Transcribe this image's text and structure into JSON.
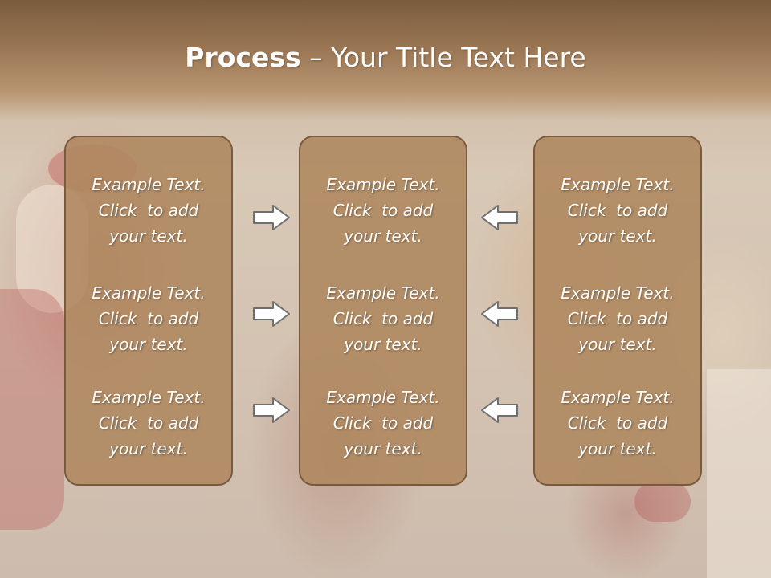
{
  "slide": {
    "title_bold": "Process",
    "title_rest": " – Your Title Text Here"
  },
  "columns": [
    {
      "blocks": [
        {
          "line1": "Example Text.",
          "line2": "Click  to add",
          "line3": "your text."
        },
        {
          "line1": "Example Text.",
          "line2": "Click  to add",
          "line3": "your text."
        },
        {
          "line1": "Example Text.",
          "line2": "Click  to add",
          "line3": "your text."
        }
      ]
    },
    {
      "blocks": [
        {
          "line1": "Example Text.",
          "line2": "Click  to add",
          "line3": "your text."
        },
        {
          "line1": "Example Text.",
          "line2": "Click  to add",
          "line3": "your text."
        },
        {
          "line1": "Example Text.",
          "line2": "Click  to add",
          "line3": "your text."
        }
      ]
    },
    {
      "blocks": [
        {
          "line1": "Example Text.",
          "line2": "Click  to add",
          "line3": "your text."
        },
        {
          "line1": "Example Text.",
          "line2": "Click  to add",
          "line3": "your text."
        },
        {
          "line1": "Example Text.",
          "line2": "Click  to add",
          "line3": "your text."
        }
      ]
    }
  ],
  "arrows": {
    "left_group": "arrow-right-icon",
    "right_group": "arrow-left-icon"
  },
  "colors": {
    "header": "#8a6a4a",
    "panel_fill": "#ae885e",
    "panel_border": "#7a5a3e",
    "text": "#ffffff"
  }
}
